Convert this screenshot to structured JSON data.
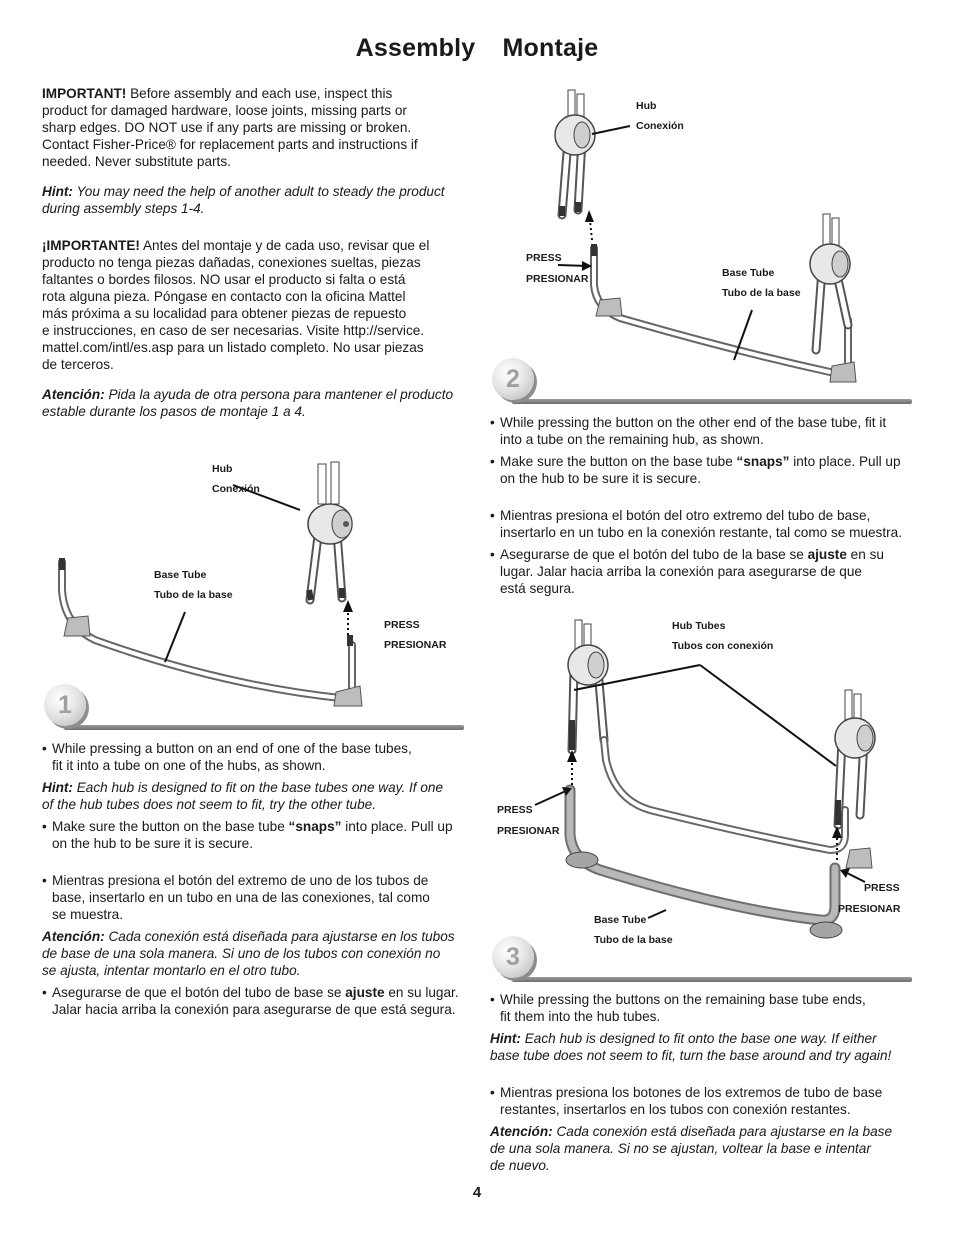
{
  "title": {
    "en": "Assembly",
    "es": "Montaje"
  },
  "intro": {
    "important_en_label": "IMPORTANT!",
    "important_en_lines": [
      " Before assembly and each use, inspect this",
      "product for damaged hardware, loose joints, missing parts or",
      "sharp edges. DO NOT use if any parts are missing or broken.",
      "Contact Fisher-Price® for replacement parts and instructions if",
      "needed. Never substitute parts."
    ],
    "hint_en_label": "Hint:",
    "hint_en_lines": [
      " You may need the help of another adult to steady the product",
      "during assembly steps 1-4."
    ],
    "important_es_label": "¡IMPORTANTE!",
    "important_es_lines": [
      " Antes del montaje y de cada uso, revisar que el",
      "producto no tenga piezas dañadas, conexiones sueltas, piezas",
      "faltantes o bordes filosos. NO usar el producto si falta o está",
      "rota alguna pieza. Póngase en contacto con la oficina Mattel",
      "más próxima a su localidad para obtener piezas de repuesto",
      "e instrucciones, en caso de ser necesarias. Visite http://service.",
      "mattel.com/intl/es.asp para un listado completo. No usar piezas",
      "de terceros."
    ],
    "hint_es_label": "Atención:",
    "hint_es_lines": [
      " Pida la ayuda de otra persona para mantener el producto",
      "estable durante los pasos de montaje 1 a 4."
    ]
  },
  "step1": {
    "number": "1",
    "labels": {
      "hub_en": "Hub",
      "hub_es": "Conexión",
      "base_en": "Base Tube",
      "base_es": "Tubo de la base",
      "press_en": "PRESS",
      "press_es": "PRESIONAR"
    },
    "b1_l1": "While pressing a button on an end of one of the base tubes,",
    "b1_l2": "fit it into a tube on one of the hubs, as shown.",
    "hint_label": "Hint:",
    "hint_l1": " Each hub is designed to fit on the base tubes one way. If one",
    "hint_l2": "of the hub tubes does not seem to fit, try the other tube.",
    "b2_pre": "Make sure the button on the base tube ",
    "b2_bold": "“snaps”",
    "b2_post": " into place. Pull up",
    "b2_l2": "on the hub to be sure it is secure.",
    "es_b1_l1": "Mientras presiona el botón del extremo de uno de los tubos de",
    "es_b1_l2": "base, insertarlo en un tubo en una de las conexiones, tal como",
    "es_b1_l3": "se muestra.",
    "es_hint_label": "Atención:",
    "es_hint_l1": " Cada conexión está diseñada para ajustarse en los tubos",
    "es_hint_l2": "de base de una sola manera. Si uno de los tubos con conexión no",
    "es_hint_l3": "se ajusta, intentar montarlo en el otro tubo.",
    "es_b2_pre": "Asegurarse de que el botón del tubo de base se ",
    "es_b2_bold": "ajuste",
    "es_b2_post": " en su lugar.",
    "es_b2_l2": "Jalar hacia arriba la conexión para asegurarse de que está segura."
  },
  "step2": {
    "number": "2",
    "labels": {
      "hub_en": "Hub",
      "hub_es": "Conexión",
      "press_en": "PRESS",
      "press_es": "PRESIONAR",
      "base_en": "Base Tube",
      "base_es": "Tubo de la base"
    },
    "b1_l1": "While pressing the button on the other end of the base tube, fit it",
    "b1_l2": "into a tube on the remaining hub, as shown.",
    "b2_pre": "Make sure the button on the base tube ",
    "b2_bold": "“snaps”",
    "b2_post": " into place. Pull up",
    "b2_l2": "on the hub to be sure it is secure.",
    "es_b1_l1": "Mientras presiona el botón del otro extremo del tubo de base,",
    "es_b1_l2": "insertarlo en un tubo en la conexión restante, tal como se muestra.",
    "es_b2_pre": "Asegurarse de que el botón del tubo de la base se ",
    "es_b2_bold": "ajuste",
    "es_b2_post": " en su",
    "es_b2_l2": "lugar. Jalar hacia arriba la conexión para asegurarse de que",
    "es_b2_l3": "está segura."
  },
  "step3": {
    "number": "3",
    "labels": {
      "hubtubes_en": "Hub Tubes",
      "hubtubes_es": "Tubos con conexión",
      "press1_en": "PRESS",
      "press1_es": "PRESIONAR",
      "press2_en": "PRESS",
      "press2_es": "PRESIONAR",
      "base_en": "Base Tube",
      "base_es": "Tubo de la base"
    },
    "b1_l1": "While pressing the buttons on the remaining base tube ends,",
    "b1_l2": "fit them into the hub tubes.",
    "hint_label": "Hint:",
    "hint_l1": " Each hub is designed to fit onto the base one way. If either",
    "hint_l2": "base tube does not seem to fit, turn the base around and try again!",
    "es_b1_l1": "Mientras presiona los botones de los extremos de tubo de base",
    "es_b1_l2": "restantes, insertarlos en los tubos con conexión restantes.",
    "es_hint_label": "Atención:",
    "es_hint_l1": " Cada conexión está diseñada para ajustarse en la base",
    "es_hint_l2": "de una sola manera. Si no se ajustan, voltear la base e intentar",
    "es_hint_l3": "de nuevo."
  },
  "page_number": "4"
}
